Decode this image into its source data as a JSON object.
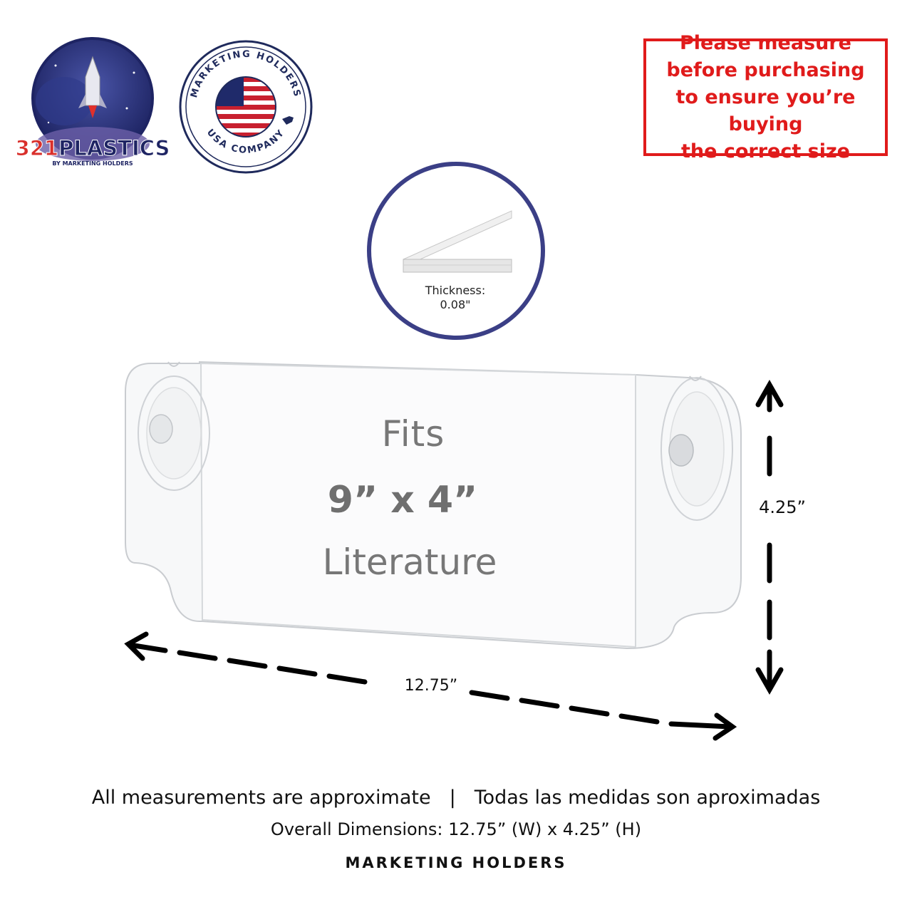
{
  "logos": {
    "brand_name": "321PLASTICS",
    "brand_tagline": "BY MARKETING HOLDERS",
    "badge_top_text": "MARKETING HOLDERS",
    "badge_bottom_text": "USA COMPANY"
  },
  "warning": {
    "line1": "Please measure",
    "line2": "before purchasing",
    "line3": "to ensure you’re buying",
    "line4": "the correct size"
  },
  "thickness": {
    "label": "Thickness:",
    "value": "0.08\""
  },
  "product": {
    "line1": "Fits",
    "line2": "9” x 4”",
    "line3": "Literature"
  },
  "dimensions": {
    "height": "4.25”",
    "width": "12.75”"
  },
  "footer": {
    "note_en": "All measurements are approximate",
    "separator": "|",
    "note_es": "Todas las medidas son aproximadas",
    "overall": "Overall Dimensions: 12.75” (W) x 4.25” (H)",
    "brand": "MARKETING HOLDERS"
  },
  "colors": {
    "warning_red": "#e01b1b",
    "navy": "#3b3f86",
    "text_gray": "#777777"
  }
}
